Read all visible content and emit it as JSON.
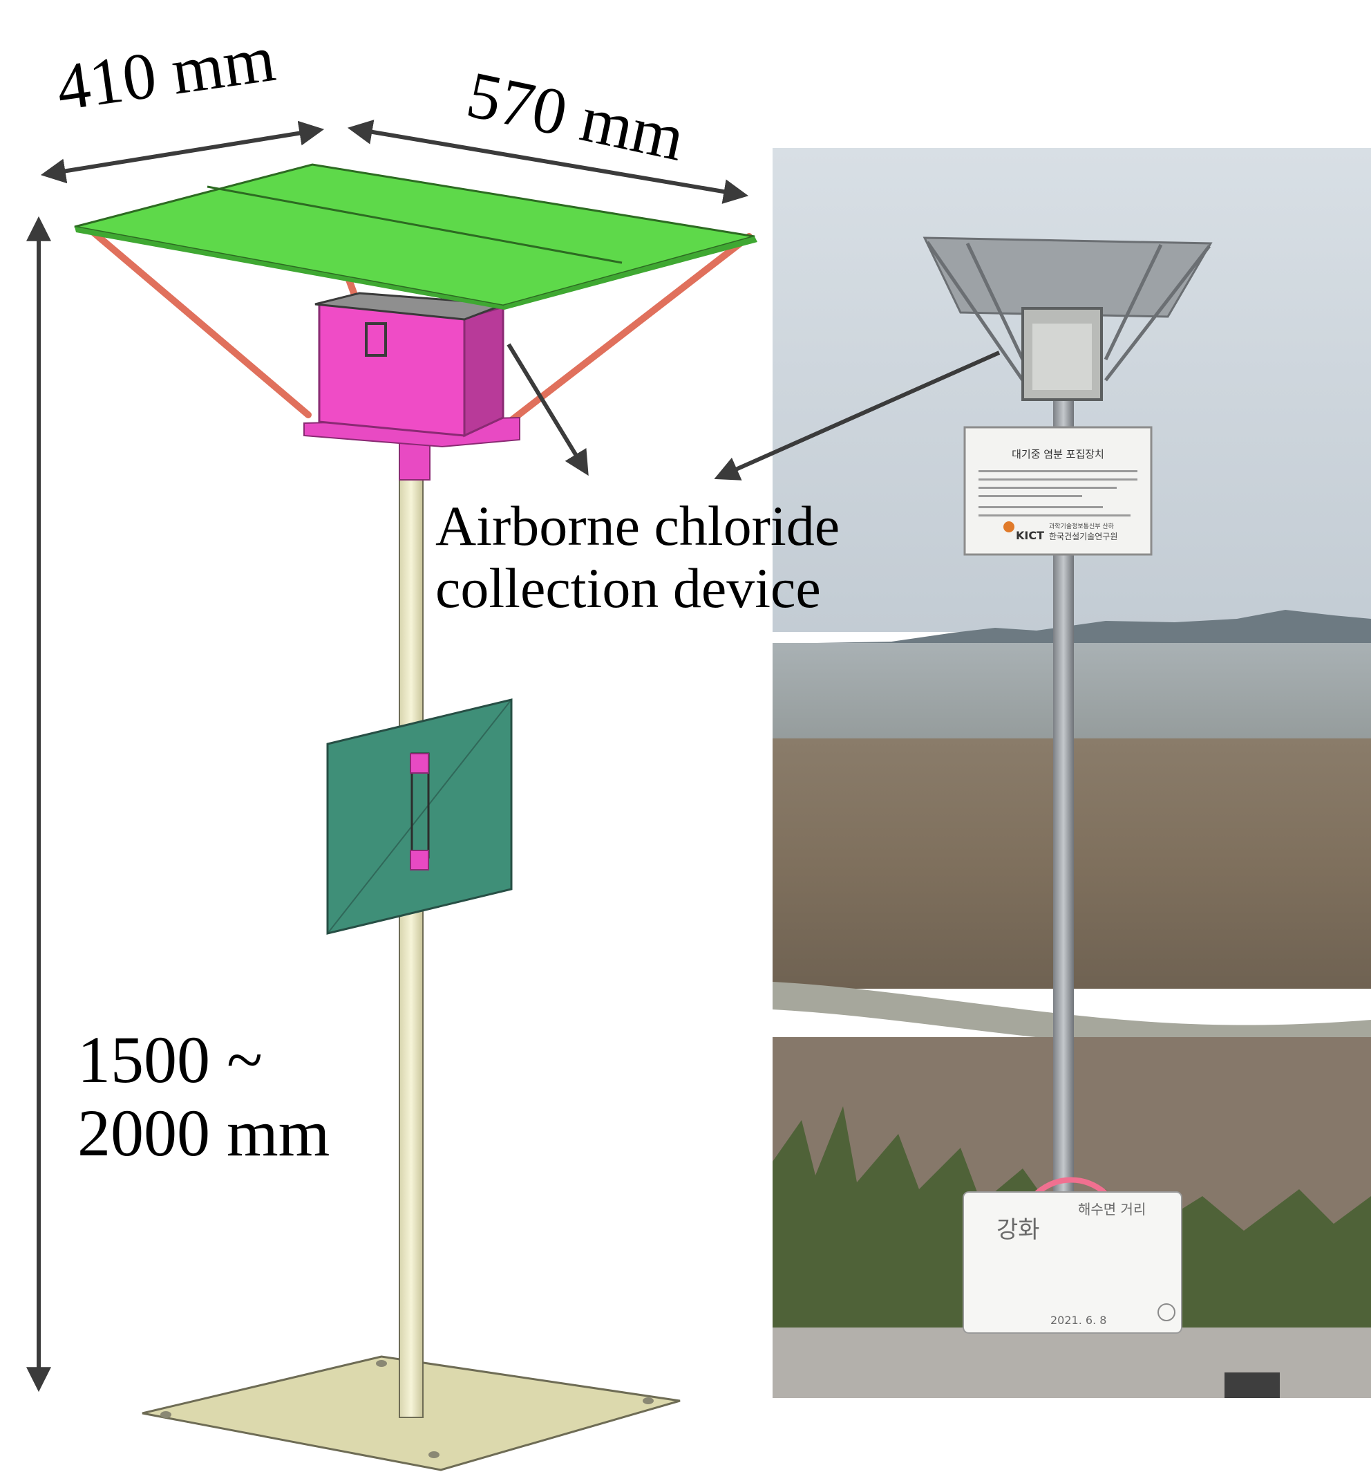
{
  "labels": {
    "dim_width": "410 mm",
    "dim_depth": "570 mm",
    "device_line1": "Airborne chloride",
    "device_line2": "collection device",
    "height_line1": "1500 ~",
    "height_line2": "2000 mm"
  },
  "photo_sign": {
    "title": "대기중 염분 포집장치",
    "org_logo": "KICT",
    "org_line1": "과학기술정보통신부 산하",
    "org_line2": "한국건설기술연구원"
  },
  "photo_board": {
    "location": "강화",
    "distance_label": "해수면 거리",
    "date": "2021. 6. 8"
  },
  "colors": {
    "roof": "#5ed94a",
    "box": "#ef4cc6",
    "pole": "#f1efc8",
    "panel": "#3f8f78",
    "base": "#dcd9ad",
    "strut": "#e0705c",
    "arrow": "#3b3b3b"
  }
}
